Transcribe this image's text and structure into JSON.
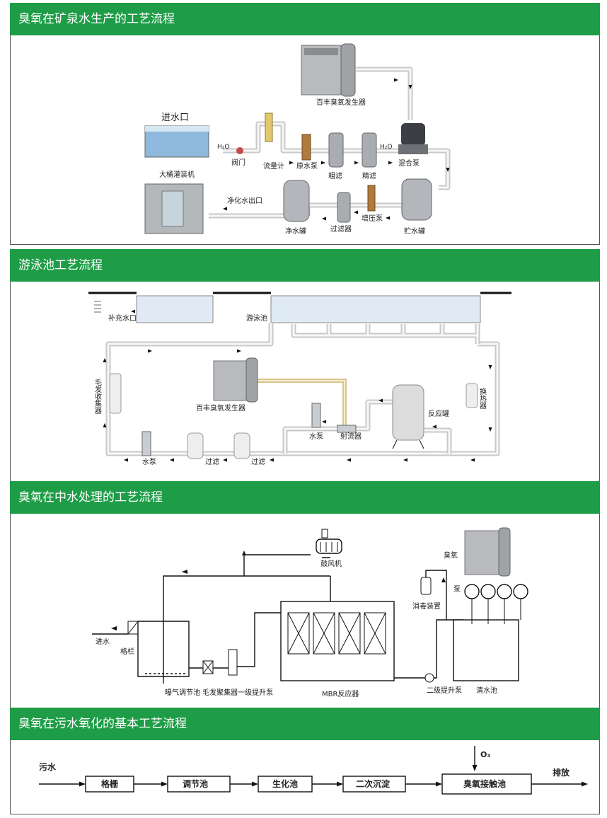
{
  "sections": [
    {
      "title": "臭氧在矿泉水生产的工艺流程"
    },
    {
      "title": "游泳池工艺流程"
    },
    {
      "title": "臭氧在中水处理的工艺流程"
    },
    {
      "title": "臭氧在污水氧化的基本工艺流程"
    }
  ],
  "mineral": {
    "ozone_generator": "百丰臭氧发生器",
    "inlet": "进水口",
    "h2o_a": "H₂O",
    "h2o_b": "H₂O",
    "valve": "阀门",
    "flowmeter": "流量计",
    "raw_pump": "原水泵",
    "coarse": "粗滤",
    "fine": "精滤",
    "mix_pump": "混合泵",
    "bucket_filler": "大桶灌装机",
    "pure_outlet": "净化水出口",
    "pure_tank": "净水罐",
    "filter": "过滤器",
    "booster": "增压泵",
    "storage_tank": "贮水罐"
  },
  "pool": {
    "makeup_inlet": "补充水口",
    "pool": "游泳池",
    "hair_collector": "毛发收集器",
    "ozone_generator": "百丰臭氧发生器",
    "pump_a": "水泵",
    "ejector": "射流器",
    "reactor": "反应罐",
    "heat_exchanger": "换热器",
    "pump_b": "水泵",
    "filter_a": "过滤",
    "filter_b": "过滤"
  },
  "reclaimed": {
    "blower": "鼓风机",
    "ozone": "臭氧",
    "pump": "泵",
    "disinfect": "消毒装置",
    "inlet": "进水",
    "grille": "格栏",
    "bottom_labels": "曝气调节池 毛发聚集器一级提升泵",
    "mbr": "MBR反应器",
    "lift2": "二级提升泵",
    "clear_pool": "清水池"
  },
  "sewage": {
    "inlet": "污水",
    "steps": [
      "格栅",
      "调节池",
      "生化池",
      "二次沉淀",
      "臭氧接触池"
    ],
    "o3": "O₃",
    "discharge": "排放"
  }
}
